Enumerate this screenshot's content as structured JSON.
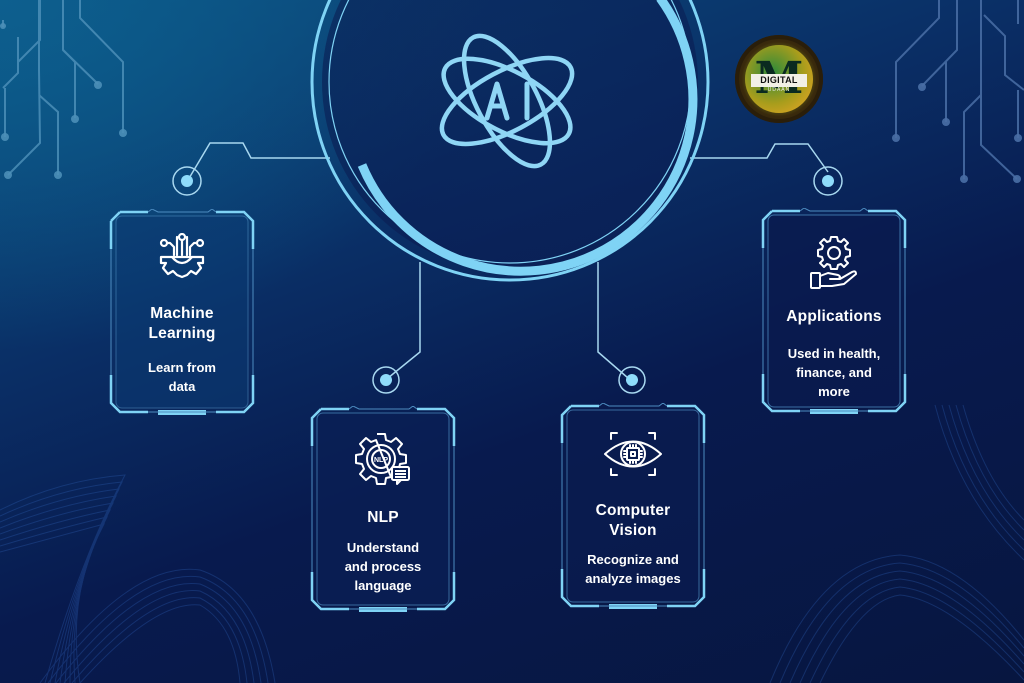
{
  "center": {
    "emblem_text": "AI",
    "icon": "atom-ai-icon"
  },
  "logo": {
    "label": "DIGITAL",
    "sub_label": "UDAAN",
    "letter": "M",
    "icon": "digital-udaan-logo"
  },
  "cards": [
    {
      "id": "machine-learning",
      "title_line1": "Machine",
      "title_line2": "Learning",
      "desc_line1": "Learn from",
      "desc_line2": "data",
      "icon": "circuit-gear-icon"
    },
    {
      "id": "nlp",
      "title_line1": "NLP",
      "desc_line1": "Understand",
      "desc_line2": "and process",
      "desc_line3": "language",
      "icon": "nlp-gear-chat-icon"
    },
    {
      "id": "computer-vision",
      "title_line1": "Computer",
      "title_line2": "Vision",
      "desc_line1": "Recognize and",
      "desc_line2": "analyze images",
      "icon": "eye-chip-icon"
    },
    {
      "id": "applications",
      "title_line1": "Applications",
      "desc_line1": "Used in health,",
      "desc_line2": "finance, and",
      "desc_line3": "more",
      "icon": "gear-hand-icon"
    }
  ],
  "colors": {
    "accent": "#7fd3f5",
    "accent_line": "#a8d8f0",
    "circuit": "#4f86b8",
    "bg_dark": "#071640",
    "bg_light": "#0b5a8a"
  }
}
